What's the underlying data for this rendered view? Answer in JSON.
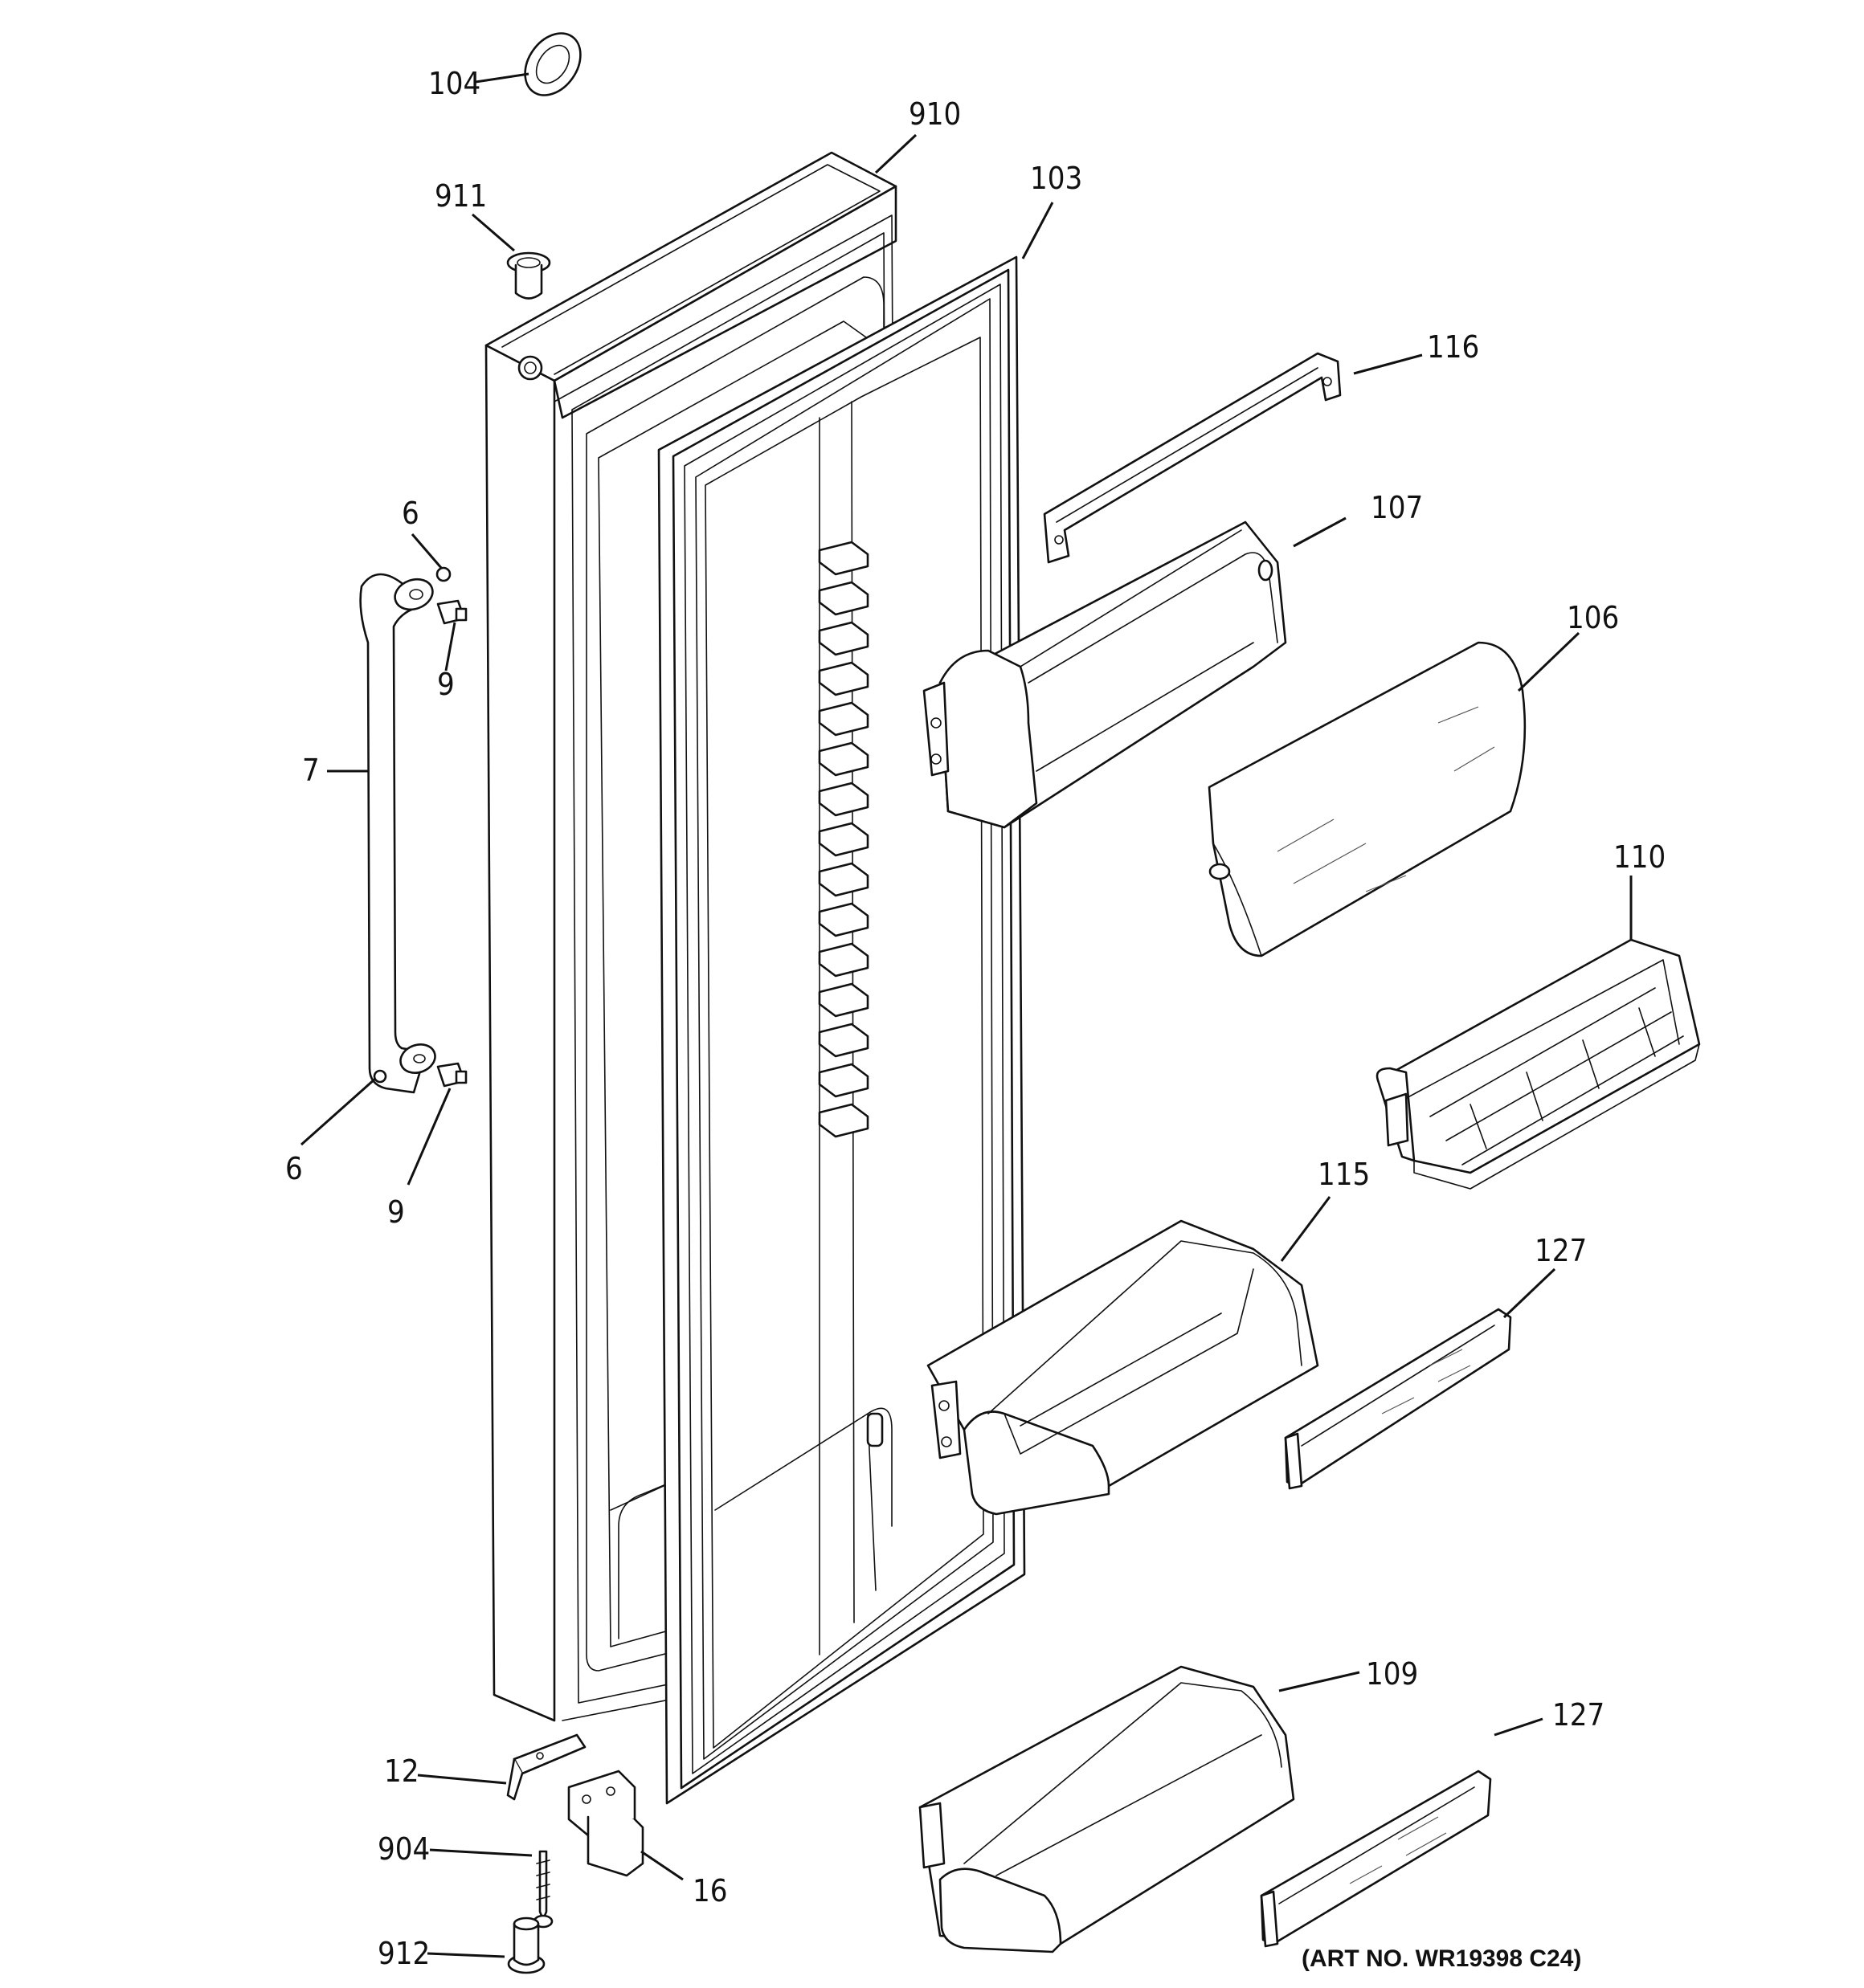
{
  "labels": {
    "l104": "104",
    "l910": "910",
    "l911": "911",
    "l103": "103",
    "l116": "116",
    "l107": "107",
    "l106": "106",
    "l110": "110",
    "l115": "115",
    "l127a": "127",
    "l109": "109",
    "l127b": "127",
    "l6a": "6",
    "l9a": "9",
    "l7": "7",
    "l6b": "6",
    "l9b": "9",
    "l12": "12",
    "l904": "904",
    "l16": "16",
    "l912": "912"
  },
  "art_number": "(ART NO. WR19398 C24)"
}
